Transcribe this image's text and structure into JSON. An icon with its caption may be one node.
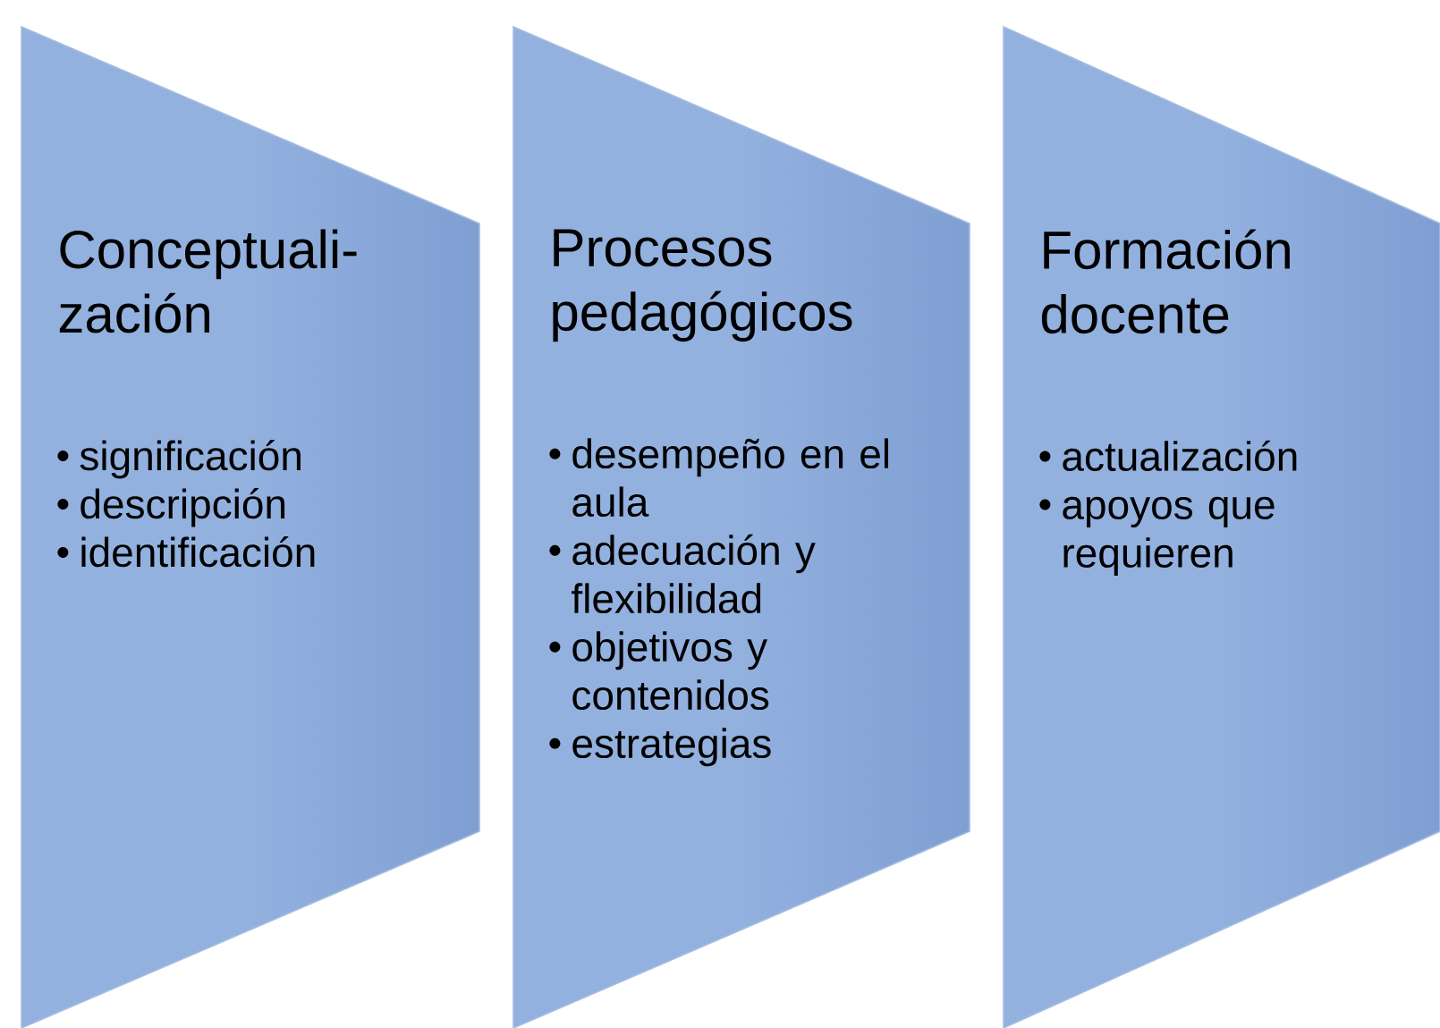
{
  "diagram": {
    "nodes": [
      {
        "text": [
          "Conceptuali-zación",
          "significación",
          "descripción",
          "identificación"
        ]
      },
      {
        "text": [
          "Procesos pedagógicos",
          "desempeño en el aula",
          "adecuación y flexibilidad",
          "objetivos y contenidos",
          "estrategias"
        ]
      },
      {
        "text": [
          "Formación docente",
          "actualización",
          "apoyos que requieren"
        ]
      }
    ]
  }
}
